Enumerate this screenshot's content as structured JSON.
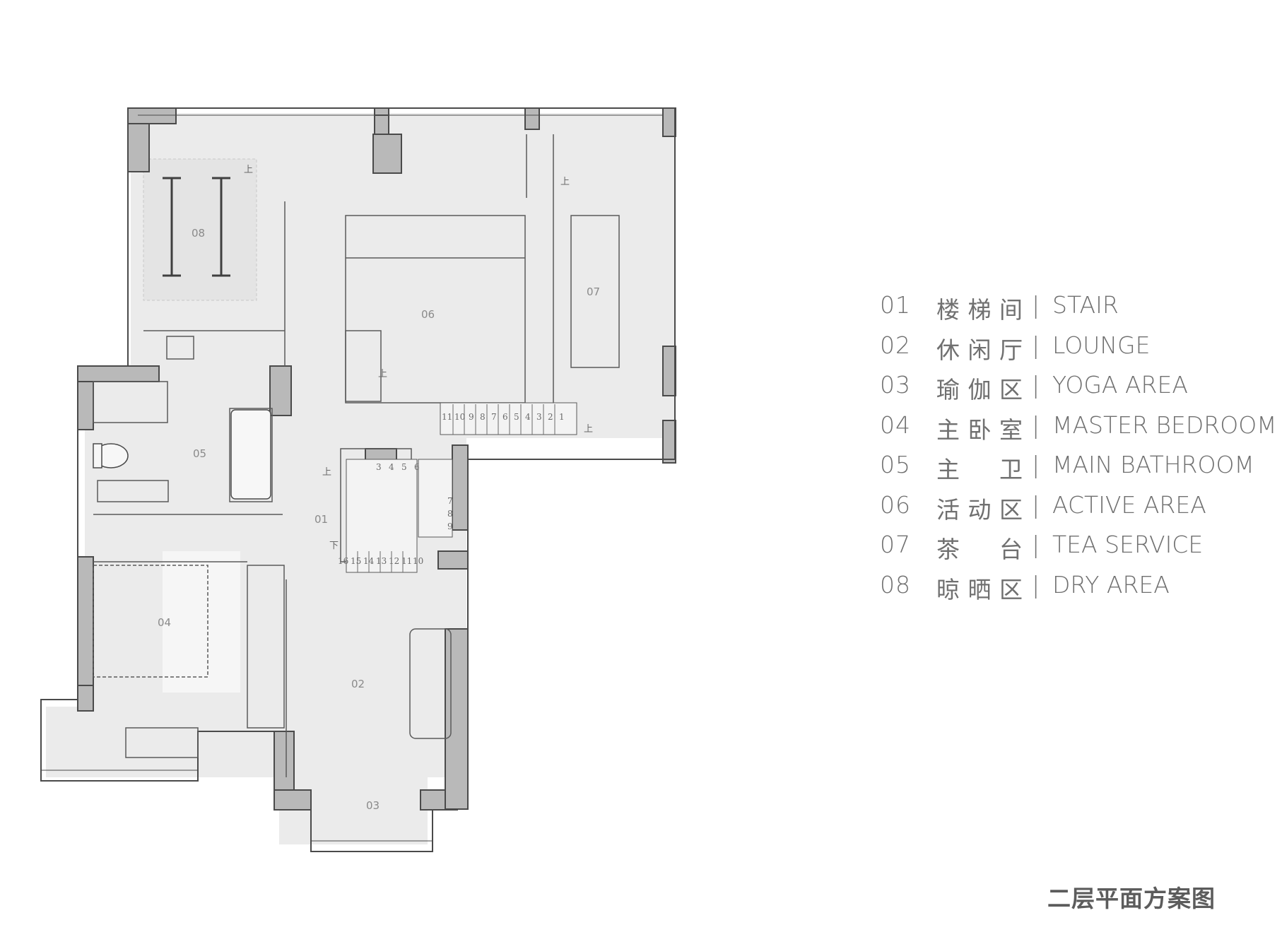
{
  "legend": [
    {
      "num": "01",
      "zh": [
        "楼",
        "梯",
        "间"
      ],
      "sep": "|",
      "en": "STAIR"
    },
    {
      "num": "02",
      "zh": [
        "休",
        "闲",
        "厅"
      ],
      "sep": "|",
      "en": "LOUNGE"
    },
    {
      "num": "03",
      "zh": [
        "瑜",
        "伽",
        "区"
      ],
      "sep": "|",
      "en": "YOGA AREA"
    },
    {
      "num": "04",
      "zh": [
        "主",
        "卧",
        "室"
      ],
      "sep": "|",
      "en": "MASTER BEDROOM"
    },
    {
      "num": "05",
      "zh": [
        "主",
        "",
        "卫"
      ],
      "sep": "|",
      "en": "MAIN BATHROOM"
    },
    {
      "num": "06",
      "zh": [
        "活",
        "动",
        "区"
      ],
      "sep": "|",
      "en": "ACTIVE AREA"
    },
    {
      "num": "07",
      "zh": [
        "茶",
        "",
        "台"
      ],
      "sep": "|",
      "en": "TEA SERVICE"
    },
    {
      "num": "08",
      "zh": [
        "晾",
        "晒",
        "区"
      ],
      "sep": "|",
      "en": "DRY AREA"
    }
  ],
  "title": "二层平面方案图",
  "plan": {
    "room_labels": {
      "r01": "01",
      "r02": "02",
      "r03": "03",
      "r04": "04",
      "r05": "05",
      "r06": "06",
      "r07": "07",
      "r08": "08"
    },
    "up_mark": "上",
    "down_mark": "下",
    "stair_top_steps": [
      "11",
      "10",
      "9",
      "8",
      "7",
      "6",
      "5",
      "4",
      "3",
      "2",
      "1"
    ],
    "stair_inner_steps_a": [
      "3",
      "4",
      "5",
      "6"
    ],
    "stair_inner_steps_b": [
      "7",
      "8",
      "9"
    ],
    "stair_bottom_steps": [
      "16",
      "15",
      "14",
      "13",
      "12",
      "11",
      "10"
    ]
  },
  "colors": {
    "wall": "#b9b9b9",
    "floor": "#ebebeb",
    "line": "#4a4a4a"
  }
}
